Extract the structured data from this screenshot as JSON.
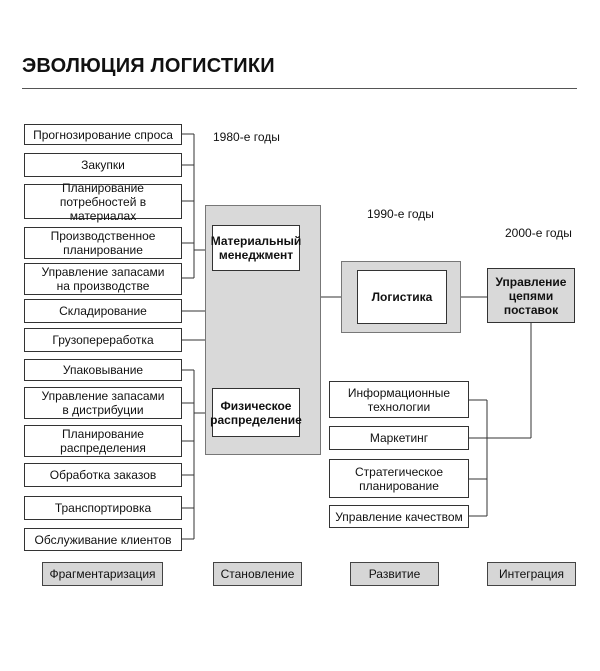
{
  "title": "ЭВОЛЮЦИЯ ЛОГИСТИКИ",
  "eras": [
    "1980-е годы",
    "1990-е годы",
    "2000-е годы"
  ],
  "left_items": [
    "Прогнозирование спроса",
    "Закупки",
    "Планирование\nпотребностей в материалах",
    "Производственное\nпланирование",
    "Управление запасами\nна производстве",
    "Складирование",
    "Грузопереработка",
    "Упаковывание",
    "Управление запасами\nв дистрибуции",
    "Планирование\nраспределения",
    "Обработка заказов",
    "Транспортировка",
    "Обслуживание клиентов"
  ],
  "middle": {
    "materials": "Материальный\nменеджмент",
    "physical": "Физическое\nраспределение"
  },
  "logistics": "Логистика",
  "right_items": [
    "Информационные\nтехнологии",
    "Маркетинг",
    "Стратегическое\nпланирование",
    "Управление качеством"
  ],
  "scm": "Управление\nцепями\nпоставок",
  "stages": [
    "Фрагментаризация",
    "Становление",
    "Развитие",
    "Интеграция"
  ]
}
